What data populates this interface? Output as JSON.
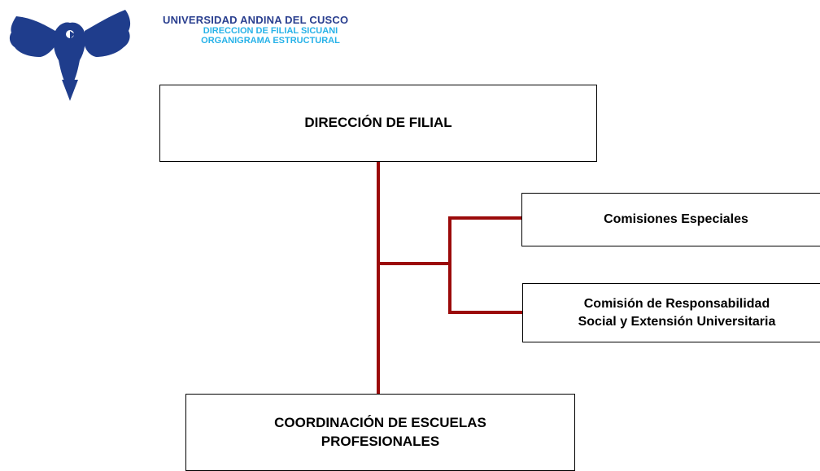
{
  "header": {
    "institution": "UNIVERSIDAD ANDINA DEL CUSCO",
    "department": "DIRECCION DE FILIAL SICUANI",
    "document": "ORGANIGRAMA ESTRUCTURAL"
  },
  "colors": {
    "connector": "#9b0a0a",
    "logo": "#1f3d8c",
    "institution_text": "#2a3f8f",
    "subtitle_text": "#27b2e8"
  },
  "logo": {
    "icon": "eagle-emblem-icon"
  },
  "org": {
    "top": "DIRECCIÓN DE FILIAL",
    "side_1": "Comisiones Especiales",
    "side_2": "Comisión de Responsabilidad\nSocial y Extensión Universitaria",
    "bottom": "COORDINACIÓN DE ESCUELAS\nPROFESIONALES"
  }
}
